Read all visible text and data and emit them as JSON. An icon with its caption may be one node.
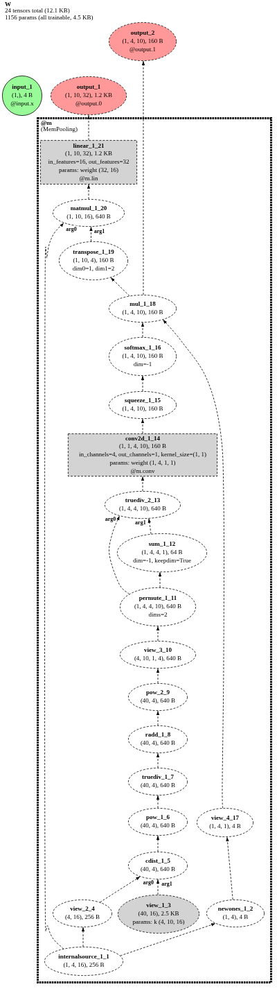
{
  "diagram": {
    "title": "W",
    "labels": [
      "24 tensors total (12.1 KB)",
      "1156 params (all trainable, 4.5 KB)"
    ],
    "nodes": [
      {
        "text": [
          "output_2",
          "(1, 4, 10), 160 B",
          "@output.1"
        ]
      },
      {
        "text": [
          "input_1",
          "(1,), 4 B",
          "@input.x"
        ]
      },
      {
        "text": [
          "output_1",
          "(1, 10, 32), 1.2 KB",
          "@output.0"
        ]
      },
      {
        "text": [
          "@m",
          "(MemPooling)"
        ]
      },
      {
        "text": [
          "linear_1_21",
          "(1, 10, 32), 1.2 KB",
          "in_features=16, out_features=32",
          "params: weight (32, 16)",
          "@m.lin"
        ],
        "in": 3
      },
      {
        "text": [
          "matmul_1_20",
          "(1, 10, 16), 640 B"
        ],
        "in": 3
      },
      {
        "text": [
          "transpose_1_19",
          "(1, 10, 4), 160 B",
          "dim0=1, dim1=2"
        ],
        "in": 3
      },
      {
        "text": [
          "mul_1_18",
          "(1, 4, 10), 160 B"
        ],
        "in": 3
      },
      {
        "text": [
          "softmax_1_16",
          "(1, 4, 10), 160 B",
          "dim=-1"
        ],
        "in": 3
      },
      {
        "text": [
          "squeeze_1_15",
          "(1, 4, 10), 160 B"
        ],
        "in": 3
      },
      {
        "text": [
          "conv2d_1_14",
          "(1, 1, 4, 10), 160 B",
          "in_channels=4, out_channels=1, kernel_size=(1, 1)",
          "params: weight (1, 4, 1, 1)",
          "@m.conv"
        ],
        "in": 3
      },
      {
        "text": [
          "truediv_2_13",
          "(1, 4, 4, 10), 640 B"
        ],
        "in": 3
      },
      {
        "text": [
          "sum_1_12",
          "(1, 4, 4, 1), 64 B",
          "dim=-1, keepdim=True"
        ],
        "in": 3
      },
      {
        "text": [
          "permute_1_11",
          "(1, 4, 4, 10), 640 B",
          "dims=2"
        ],
        "in": 3
      },
      {
        "text": [
          "view_3_10",
          "(4, 10, 1, 4), 640 B"
        ],
        "in": 3
      },
      {
        "text": [
          "pow_2_9",
          "(40, 4), 640 B"
        ],
        "in": 3
      },
      {
        "text": [
          "radd_1_8",
          "(40, 4), 640 B"
        ],
        "in": 3
      },
      {
        "text": [
          "truediv_1_7",
          "(40, 4), 640 B"
        ],
        "in": 3
      },
      {
        "text": [
          "pow_1_6",
          "(40, 4), 640 B"
        ],
        "in": 3
      },
      {
        "text": [
          "view_4_17",
          "(1, 4, 1), 4 B"
        ],
        "in": 3
      },
      {
        "text": [
          "cdist_1_5",
          "(40, 4), 640 B"
        ],
        "in": 3
      },
      {
        "text": [
          "view_2_4",
          "(4, 16), 256 B"
        ],
        "in": 3
      },
      {
        "text": [
          "view_1_3",
          "(40, 16), 2.5 KB",
          "params: k (4, 10, 16)"
        ],
        "in": 3
      },
      {
        "text": [
          "newones_1_2",
          "(1, 4), 4 B"
        ],
        "in": 3
      },
      {
        "text": [
          "internalsource_1_1",
          "(1, 4, 16), 256 B"
        ],
        "in": 3
      }
    ],
    "edges": [
      {
        "from": 4,
        "to": 2,
        "arrow": "to",
        "style": "dashed"
      },
      {
        "from": 7,
        "to": 0,
        "arrow": "to",
        "style": "dashed"
      },
      {
        "from": 5,
        "to": 4,
        "arrow": "to",
        "style": "dashed"
      },
      {
        "from": 6,
        "to": 5,
        "arrow": "to",
        "style": "dashed",
        "label": "arg1"
      },
      {
        "from": 7,
        "to": 6,
        "arrow": "to",
        "style": "dashed"
      },
      {
        "from": 8,
        "to": 7,
        "arrow": "to",
        "style": "dashed"
      },
      {
        "from": 19,
        "to": 7,
        "arrow": "to",
        "style": "dashed"
      },
      {
        "from": 9,
        "to": 8,
        "arrow": "to",
        "style": "dashed"
      },
      {
        "from": 10,
        "to": 9,
        "arrow": "to",
        "style": "dashed"
      },
      {
        "from": 11,
        "to": 10,
        "arrow": "to",
        "style": "dashed"
      },
      {
        "from": 13,
        "to": 11,
        "arrow": "to",
        "style": "dashed",
        "label": "arg0"
      },
      {
        "from": 12,
        "to": 11,
        "arrow": "to",
        "style": "dashed",
        "label": "arg1"
      },
      {
        "from": 13,
        "to": 12,
        "arrow": "to",
        "style": "dashed"
      },
      {
        "from": 14,
        "to": 13,
        "arrow": "to",
        "style": "dashed"
      },
      {
        "from": 15,
        "to": 14,
        "arrow": "to",
        "style": "dashed"
      },
      {
        "from": 16,
        "to": 15,
        "arrow": "to",
        "style": "dashed"
      },
      {
        "from": 17,
        "to": 16,
        "arrow": "to",
        "style": "dashed"
      },
      {
        "from": 18,
        "to": 17,
        "arrow": "to",
        "style": "dashed"
      },
      {
        "from": 20,
        "to": 18,
        "arrow": "to",
        "style": "dashed"
      },
      {
        "from": 21,
        "to": 20,
        "arrow": "to",
        "style": "dashed",
        "label": "arg0"
      },
      {
        "from": 22,
        "to": 20,
        "arrow": "to",
        "style": "dashed",
        "label": "arg1"
      },
      {
        "from": 23,
        "to": 19,
        "arrow": "to",
        "style": "dashed"
      },
      {
        "from": 24,
        "to": 21,
        "arrow": "to",
        "style": "dashed"
      },
      {
        "from": 24,
        "to": 23,
        "arrow": "to",
        "style": "dashed"
      },
      {
        "from": 24,
        "to": 5,
        "arrow": "to",
        "style": "dashed",
        "label": "arg0"
      }
    ]
  }
}
